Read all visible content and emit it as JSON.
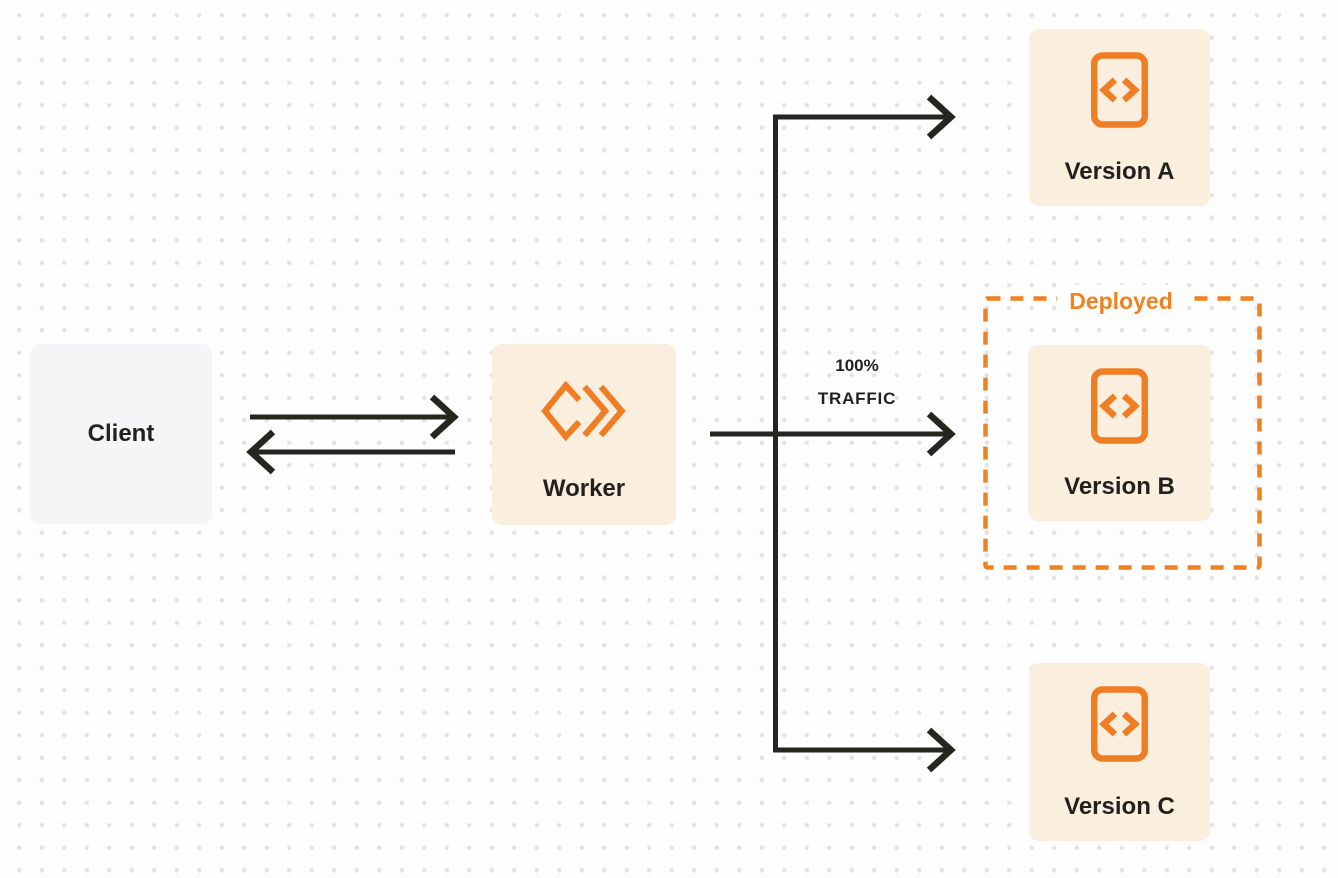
{
  "diagram": {
    "nodes": {
      "client": {
        "label": "Client"
      },
      "worker": {
        "label": "Worker"
      },
      "version_a": {
        "label": "Version A"
      },
      "version_b": {
        "label": "Version B"
      },
      "version_c": {
        "label": "Version C"
      }
    },
    "deployed_group": {
      "label": "Deployed"
    },
    "traffic_annotation": {
      "line1": "100%",
      "line2": "TRAFFIC"
    }
  },
  "colors": {
    "background": "#FDFDFD",
    "dot_grid": "#E3E2E4",
    "accent_orange": "#F0811F",
    "node_cream_bg": "#FAEEDE",
    "node_gray_bg": "#F4F5F6",
    "arrow_dark": "#262520",
    "text_dark": "#23211D"
  }
}
